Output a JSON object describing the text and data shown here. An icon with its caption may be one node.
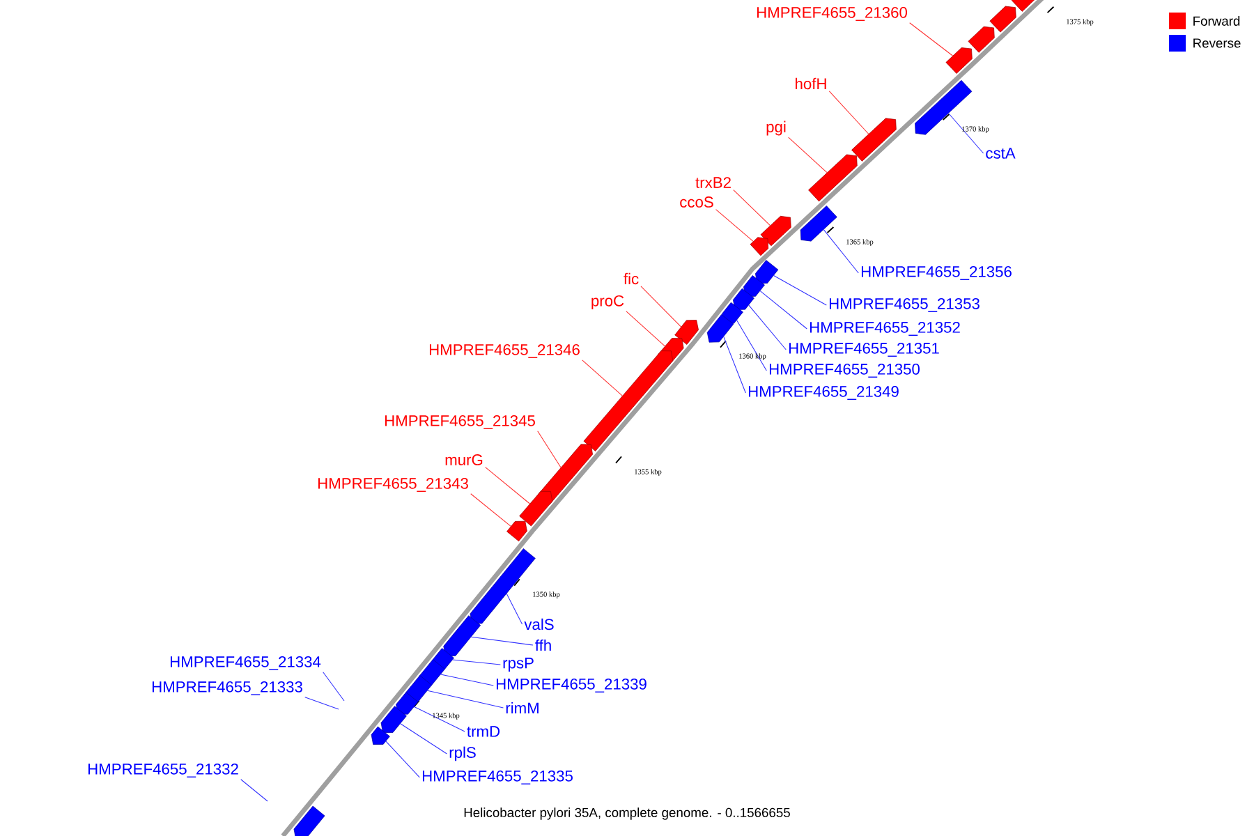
{
  "diagram": {
    "caption": "Helicobacter pylori 35A, complete genome. - 0..1566655",
    "nodes": [
      {
        "text": [
          "HMPREF4655_21360"
        ]
      },
      {
        "text": [],
        "shape": "pentagon"
      },
      {
        "text": [
          "hofH"
        ]
      },
      {
        "text": [],
        "shape": "pentagon"
      },
      {
        "text": [
          "pgi"
        ]
      },
      {
        "text": [],
        "shape": "pentagon"
      },
      {
        "text": [
          "trxB2"
        ]
      },
      {
        "text": [],
        "shape": "pentagon"
      },
      {
        "text": [
          "ccoS"
        ]
      },
      {
        "text": [],
        "shape": "pentagon"
      },
      {
        "text": [
          "fic"
        ]
      },
      {
        "text": [],
        "shape": "pentagon"
      },
      {
        "text": [
          "proC"
        ]
      },
      {
        "text": [],
        "shape": "pentagon"
      },
      {
        "text": [
          "HMPREF4655_21346"
        ]
      },
      {
        "text": [],
        "shape": "pentagon"
      },
      {
        "text": [
          "HMPREF4655_21345"
        ]
      },
      {
        "text": [],
        "shape": "pentagon"
      },
      {
        "text": [
          "murG"
        ]
      },
      {
        "text": [],
        "shape": "pentagon"
      },
      {
        "text": [
          "HMPREF4655_21343"
        ]
      },
      {
        "text": [],
        "shape": "pentagon"
      },
      {
        "text": [
          "cstA"
        ]
      },
      {
        "text": [],
        "shape": "pentagon"
      },
      {
        "text": [
          "HMPREF4655_21356"
        ]
      },
      {
        "text": [],
        "shape": "pentagon"
      },
      {
        "text": [
          "HMPREF4655_21353"
        ]
      },
      {
        "text": [],
        "shape": "pentagon"
      },
      {
        "text": [
          "HMPREF4655_21352"
        ]
      },
      {
        "text": [],
        "shape": "pentagon"
      },
      {
        "text": [
          "HMPREF4655_21351"
        ]
      },
      {
        "text": [],
        "shape": "pentagon"
      },
      {
        "text": [
          "HMPREF4655_21350"
        ]
      },
      {
        "text": [],
        "shape": "pentagon"
      },
      {
        "text": [
          "HMPREF4655_21349"
        ]
      },
      {
        "text": [],
        "shape": "pentagon"
      },
      {
        "text": [
          "valS"
        ]
      },
      {
        "text": [],
        "shape": "pentagon"
      },
      {
        "text": [
          "ffh"
        ]
      },
      {
        "text": [],
        "shape": "pentagon"
      },
      {
        "text": [
          "rpsP"
        ]
      },
      {
        "text": [],
        "shape": "pentagon"
      },
      {
        "text": [
          "HMPREF4655_21339"
        ]
      },
      {
        "text": [],
        "shape": "pentagon"
      },
      {
        "text": [
          "rimM"
        ]
      },
      {
        "text": [],
        "shape": "pentagon"
      },
      {
        "text": [
          "trmD"
        ]
      },
      {
        "text": [],
        "shape": "pentagon"
      },
      {
        "text": [
          "rplS"
        ]
      },
      {
        "text": [],
        "shape": "pentagon"
      },
      {
        "text": [
          "HMPREF4655_21335"
        ]
      },
      {
        "text": [],
        "shape": "pentagon"
      },
      {
        "text": [
          "HMPREF4655_21334"
        ]
      },
      {
        "text": [
          "HMPREF4655_21333"
        ]
      },
      {
        "text": [
          "HMPREF4655_21332"
        ]
      },
      {
        "text": [],
        "shape": "pentagon"
      },
      {
        "text": [],
        "shape": "pentagon"
      },
      {
        "text": [],
        "shape": "pentagon"
      },
      {
        "text": [],
        "shape": "pentagon"
      }
    ],
    "edges": [
      {
        "from": 0,
        "to": 1,
        "arrow": "none",
        "color": "#ff3030"
      },
      {
        "from": 2,
        "to": 3,
        "arrow": "none",
        "color": "#ff3030"
      },
      {
        "from": 4,
        "to": 5,
        "arrow": "none",
        "color": "#ff3030"
      },
      {
        "from": 6,
        "to": 7,
        "arrow": "none",
        "color": "#ff3030"
      },
      {
        "from": 8,
        "to": 9,
        "arrow": "none",
        "color": "#ff3030"
      },
      {
        "from": 10,
        "to": 11,
        "arrow": "none",
        "color": "#ff3030"
      },
      {
        "from": 12,
        "to": 13,
        "arrow": "none",
        "color": "#ff3030"
      },
      {
        "from": 14,
        "to": 15,
        "arrow": "none",
        "color": "#ff3030"
      },
      {
        "from": 16,
        "to": 17,
        "arrow": "none",
        "color": "#ff3030"
      },
      {
        "from": 18,
        "to": 19,
        "arrow": "none",
        "color": "#ff3030"
      },
      {
        "from": 20,
        "to": 21,
        "arrow": "none",
        "color": "#ff3030"
      },
      {
        "from": 22,
        "to": 23,
        "arrow": "none"
      },
      {
        "from": 24,
        "to": 25,
        "arrow": "none"
      },
      {
        "from": 26,
        "to": 27,
        "arrow": "none"
      },
      {
        "from": 28,
        "to": 29,
        "arrow": "none"
      },
      {
        "from": 30,
        "to": 31,
        "arrow": "none"
      },
      {
        "from": 32,
        "to": 33,
        "arrow": "none"
      },
      {
        "from": 34,
        "to": 35,
        "arrow": "none"
      },
      {
        "from": 36,
        "to": 37,
        "arrow": "none"
      },
      {
        "from": 38,
        "to": 39,
        "arrow": "none"
      },
      {
        "from": 40,
        "to": 41,
        "arrow": "none"
      },
      {
        "from": 42,
        "to": 43,
        "arrow": "none"
      },
      {
        "from": 44,
        "to": 45,
        "arrow": "none"
      },
      {
        "from": 46,
        "to": 47,
        "arrow": "none"
      },
      {
        "from": 48,
        "to": 49,
        "arrow": "none"
      },
      {
        "from": 50,
        "to": 51,
        "arrow": "none"
      },
      {
        "from": 52,
        "to": null,
        "arrow": "none"
      },
      {
        "from": 53,
        "to": null,
        "arrow": "none"
      },
      {
        "from": 54,
        "to": null,
        "arrow": "none"
      }
    ],
    "labels": [
      "1375 kbp",
      "1370 kbp",
      "1365 kbp",
      "1360 kbp",
      "1355 kbp",
      "1350 kbp",
      "1345 kbp"
    ],
    "legend": [
      {
        "text": "Forward",
        "color": "#ff0000"
      },
      {
        "text": "Reverse",
        "color": "#0000ff"
      }
    ]
  }
}
